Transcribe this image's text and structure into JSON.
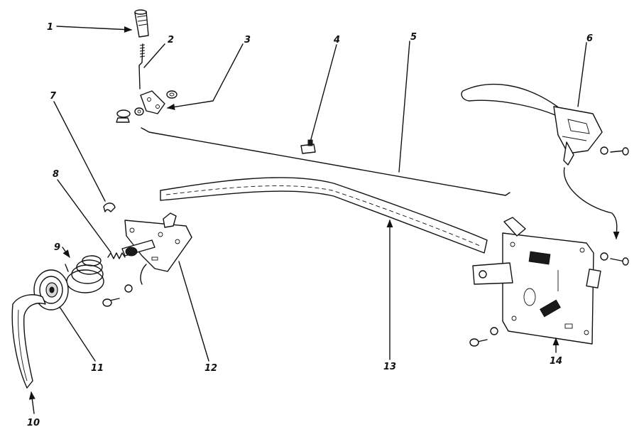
{
  "diagram": {
    "callouts": [
      {
        "id": "c1",
        "text": "1"
      },
      {
        "id": "c2",
        "text": "2"
      },
      {
        "id": "c3",
        "text": "3"
      },
      {
        "id": "c4",
        "text": "4"
      },
      {
        "id": "c5",
        "text": "5"
      },
      {
        "id": "c6",
        "text": "6"
      },
      {
        "id": "c7",
        "text": "7"
      },
      {
        "id": "c8",
        "text": "8"
      },
      {
        "id": "c9",
        "text": "9"
      },
      {
        "id": "c10",
        "text": "10"
      },
      {
        "id": "c11",
        "text": "11"
      },
      {
        "id": "c12",
        "text": "12"
      },
      {
        "id": "c13",
        "text": "13"
      },
      {
        "id": "c14",
        "text": "14"
      }
    ]
  }
}
